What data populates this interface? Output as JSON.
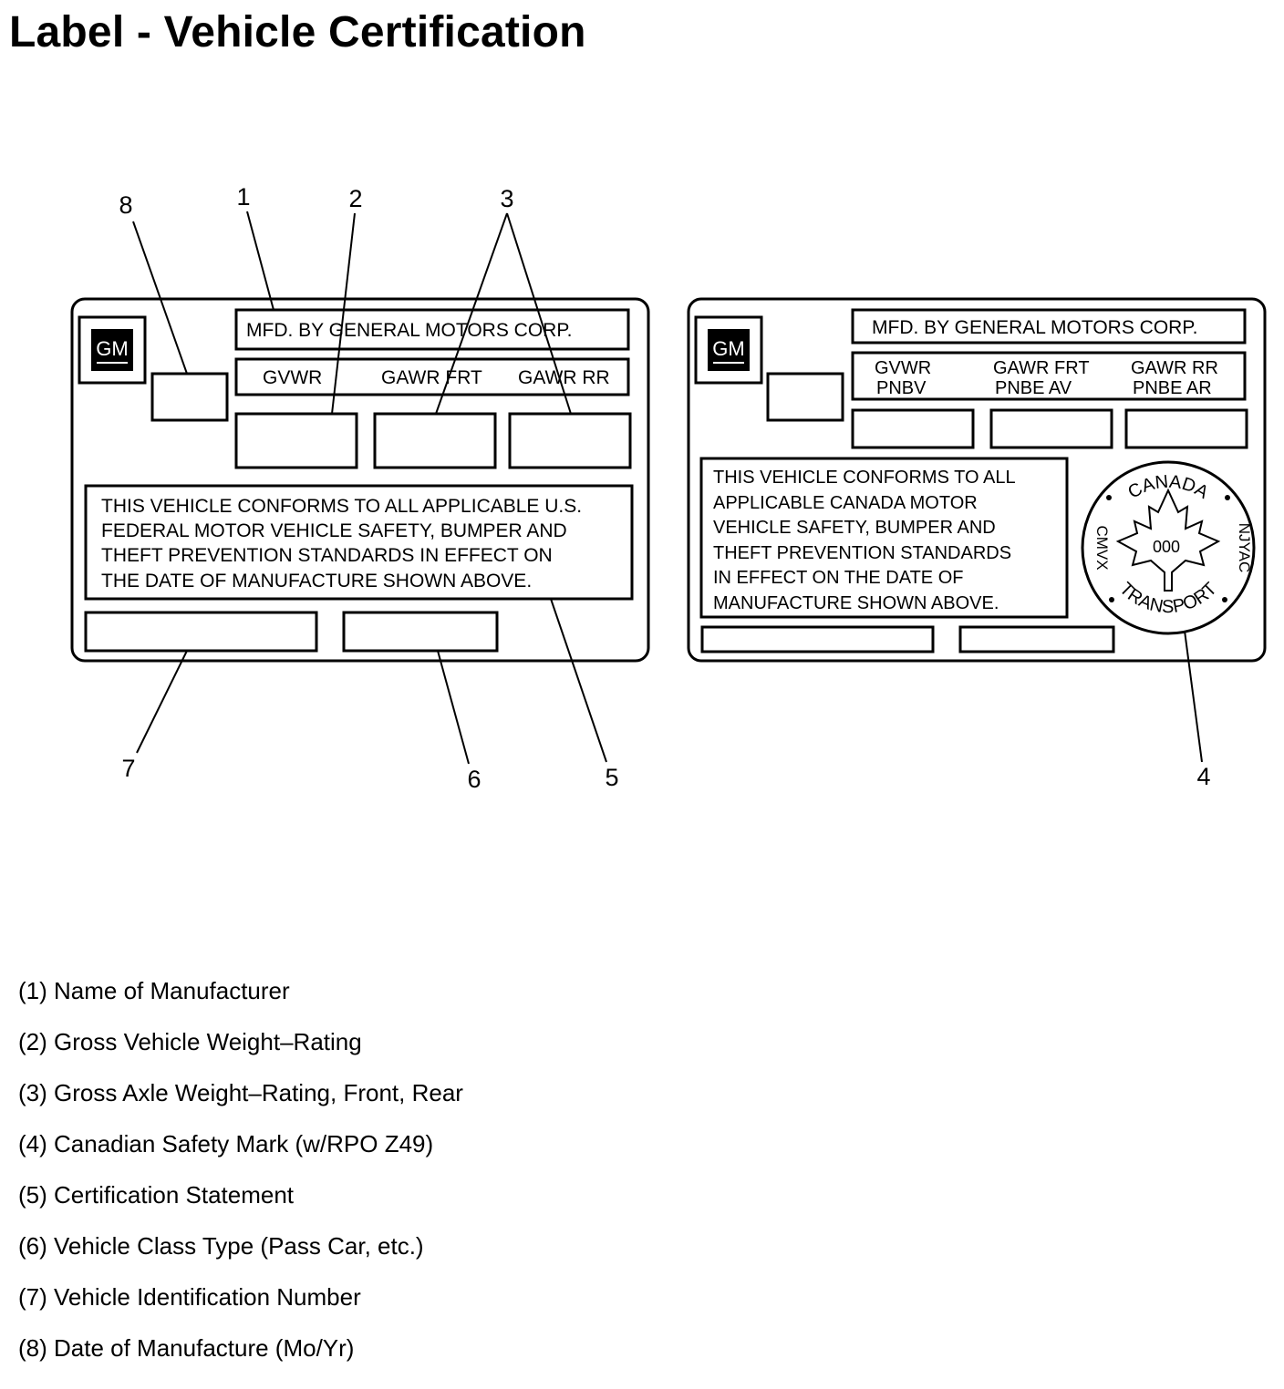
{
  "title": "Label - Vehicle Certification",
  "us_label": {
    "logo": "GM",
    "manufacturer_text": "MFD. BY GENERAL MOTORS CORP.",
    "ratings": {
      "gvwr": "GVWR",
      "gawr_front": "GAWR FRT",
      "gawr_rear": "GAWR RR"
    },
    "statement": [
      "THIS VEHICLE CONFORMS TO ALL APPLICABLE U.S.",
      "FEDERAL MOTOR VEHICLE SAFETY, BUMPER AND",
      "THEFT PREVENTION STANDARDS IN EFFECT ON",
      "THE DATE OF MANUFACTURE SHOWN ABOVE."
    ]
  },
  "canada_label": {
    "logo": "GM",
    "manufacturer_text": "MFD. BY GENERAL MOTORS CORP.",
    "ratings": {
      "gvwr": [
        "GVWR",
        "PNBV"
      ],
      "gawr_front": [
        "GAWR FRT",
        "PNBE AV"
      ],
      "gawr_rear": [
        "GAWR RR",
        "PNBE AR"
      ]
    },
    "statement": [
      "THIS VEHICLE CONFORMS TO ALL",
      "APPLICABLE CANADA MOTOR",
      "VEHICLE SAFETY, BUMPER AND",
      "THEFT PREVENTION STANDARDS",
      "IN EFFECT ON THE DATE OF",
      "MANUFACTURE SHOWN ABOVE."
    ],
    "seal": {
      "top": "CANADA",
      "bottom": "TRANSPORT",
      "left": "CMVX",
      "right": "NJYAC",
      "center": "000"
    }
  },
  "callouts": {
    "c1": "1",
    "c2": "2",
    "c3": "3",
    "c4": "4",
    "c5": "5",
    "c6": "6",
    "c7": "7",
    "c8": "8"
  },
  "legend": [
    "(1) Name of Manufacturer",
    "(2) Gross Vehicle Weight–Rating",
    "(3) Gross Axle Weight–Rating, Front, Rear",
    "(4) Canadian Safety Mark (w/RPO Z49)",
    "(5) Certification Statement",
    "(6) Vehicle Class Type (Pass Car, etc.)",
    "(7) Vehicle Identification Number",
    "(8) Date of Manufacture (Mo/Yr)"
  ]
}
